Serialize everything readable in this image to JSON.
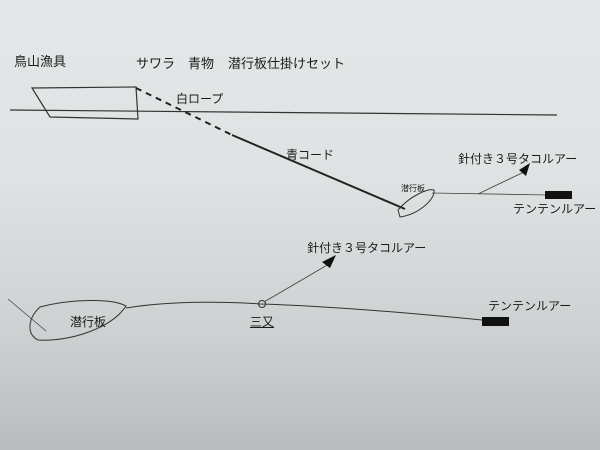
{
  "header": {
    "shop_name": "鳥山漁具",
    "target_fish": "サワラ　青物",
    "set_name": "潜行板仕掛けセット"
  },
  "top_rig": {
    "white_rope": "白ロープ",
    "blue_cord": "青コード",
    "diver_board": "潜行板",
    "hook_lure": "針付き３号タコルアー",
    "tenten_lure": "テンテンルアー"
  },
  "bottom_rig": {
    "hook_lure": "針付き３号タコルアー",
    "diver_board": "潜行板",
    "three_way_swivel": "三又",
    "tenten_lure": "テンテンルアー"
  }
}
